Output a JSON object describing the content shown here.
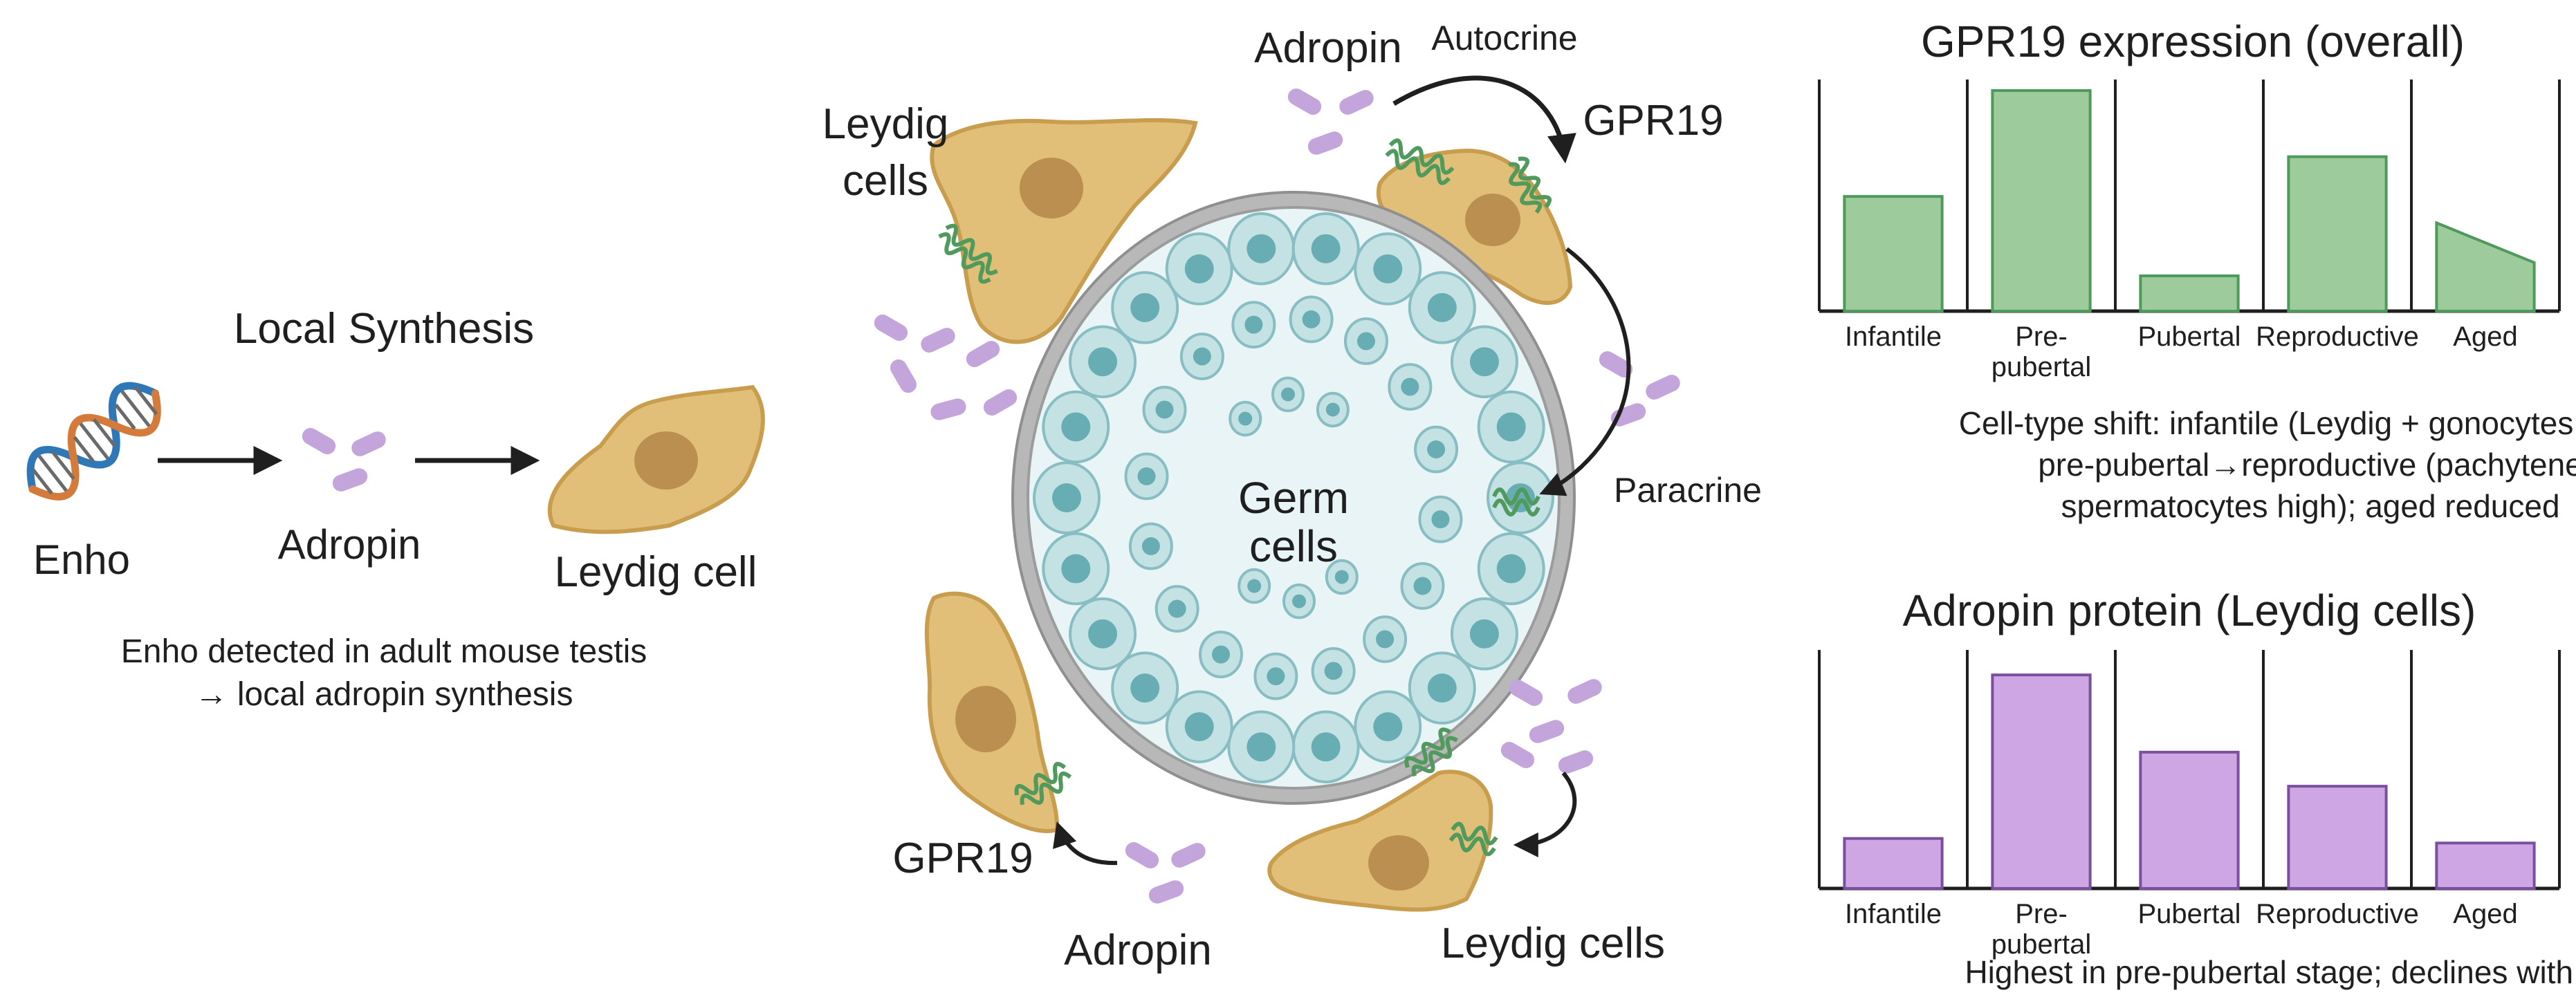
{
  "colors": {
    "cell_fill": "#E2BF78",
    "cell_stroke": "#C99D4E",
    "nucleus": "#BB8F4F",
    "adropin": "#C3A4DB",
    "receptor": "#69A974",
    "germ_fill": "#C4E2E4",
    "germ_nucleus": "#68ACB4",
    "tubule_border": "#9C9C9C",
    "gpr19_bar": "#9ECB9C",
    "gpr19_bar_stroke": "#4E9A5A",
    "adropin_bar": "#CDA6E3",
    "adropin_bar_stroke": "#7A4F9E",
    "dna_blue": "#2E78B7",
    "dna_orange": "#D47A3A"
  },
  "left": {
    "title": "Local Synthesis",
    "gene": "Enho",
    "protein": "Adropin",
    "cell": "Leydig cell",
    "note_line1": "Enho detected in adult mouse testis",
    "note_line2": "→ local adropin synthesis",
    "icons": [
      "dna-icon",
      "arrow-right-icon",
      "adropin-molecules-icon",
      "leydig-cell-icon"
    ]
  },
  "center": {
    "leydig_top_left_1": "Leydig",
    "leydig_top_left_2": "cells",
    "adropin_top": "Adropin",
    "autocrine": "Autocrine",
    "gpr19_top": "GPR19",
    "paracrine": "Paracrine",
    "germ_1": "Germ",
    "germ_2": "cells",
    "gpr19_bottom": "GPR19",
    "adropin_bottom": "Adropin",
    "leydig_bottom_right": "Leydig cells"
  },
  "right_top": {
    "title": "GPR19 expression (overall)",
    "categories": [
      "Infantile",
      "Pre-|pubertal",
      "Pubertal",
      "Reproductive",
      "Aged"
    ],
    "note_line1": "Cell-type shift: infantile (Leydig + gonocytes high);",
    "note_line2": "pre-pubertal→reproductive (pachytene",
    "note_line3": "spermatocytes high); aged reduced"
  },
  "right_bottom": {
    "title": "Adropin protein (Leydig cells)",
    "categories": [
      "Infantile",
      "Pre-|pubertal",
      "Pubertal",
      "Reproductive",
      "Aged"
    ],
    "note_line1": "Highest in pre-pubertal stage; declines with age"
  },
  "chart_data": [
    {
      "type": "bar",
      "title": "GPR19 expression (overall)",
      "categories": [
        "Infantile",
        "Pre-pubertal",
        "Pubertal",
        "Reproductive",
        "Aged"
      ],
      "values": [
        0.52,
        1.0,
        0.16,
        0.7,
        0.4
      ],
      "aged_decline_end": 0.22,
      "ylim": [
        0,
        1.05
      ],
      "grid": false,
      "color": "#9ECB9C",
      "stroke": "#4E9A5A"
    },
    {
      "type": "bar",
      "title": "Adropin protein (Leydig cells)",
      "categories": [
        "Infantile",
        "Pre-pubertal",
        "Pubertal",
        "Reproductive",
        "Aged"
      ],
      "values": [
        0.22,
        0.94,
        0.6,
        0.45,
        0.2
      ],
      "ylim": [
        0,
        1.05
      ],
      "grid": false,
      "color": "#CDA6E3",
      "stroke": "#7A4F9E"
    }
  ]
}
